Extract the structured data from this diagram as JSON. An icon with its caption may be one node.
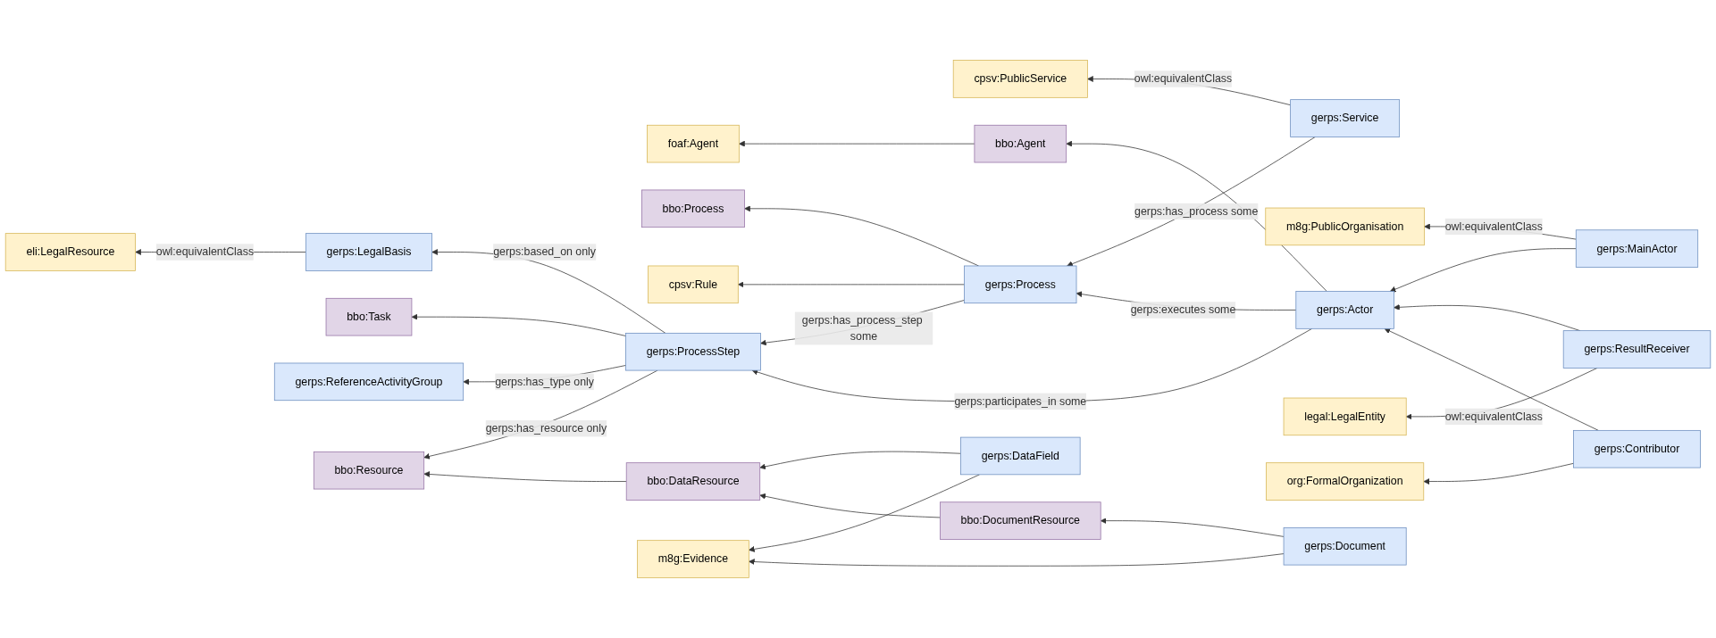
{
  "diagram": {
    "nodes": [
      {
        "text": [
          "foaf:Agent"
        ]
      },
      {
        "text": [
          "gerps:Service"
        ]
      },
      {
        "text": [
          "cpsv:PublicService"
        ]
      },
      {
        "text": [
          "bbo:Agent"
        ]
      },
      {
        "text": [
          "bbo:Process"
        ]
      },
      {
        "text": [
          "gerps:MainActor"
        ]
      },
      {
        "text": [
          "m8g:PublicOrganisation"
        ]
      },
      {
        "text": [
          "cpsv:Rule"
        ]
      },
      {
        "text": [
          "gerps:Process"
        ]
      },
      {
        "text": [
          "gerps:Actor"
        ]
      },
      {
        "text": [
          "gerps:ResultReceiver"
        ]
      },
      {
        "text": [
          "legal:LegalEntity"
        ]
      },
      {
        "text": [
          "eli:LegalResource"
        ]
      },
      {
        "text": [
          "gerps:LegalBasis"
        ]
      },
      {
        "text": [
          "gerps:Contributor"
        ]
      },
      {
        "text": [
          "org:FormalOrganization"
        ]
      },
      {
        "text": [
          "gerps:ProcessStep"
        ]
      },
      {
        "text": [
          "bbo:Task"
        ]
      },
      {
        "text": [
          "gerps:ReferenceActivityGroup"
        ]
      },
      {
        "text": [
          "bbo:Resource"
        ]
      },
      {
        "text": [
          "bbo:DataResource"
        ]
      },
      {
        "text": [
          "gerps:DataField"
        ]
      },
      {
        "text": [
          "m8g:Evidence"
        ]
      },
      {
        "text": [
          "bbo:DocumentResource"
        ]
      },
      {
        "text": [
          "gerps:Document"
        ]
      }
    ],
    "edges": [
      {
        "from": 1,
        "to": 2,
        "arrow": "to",
        "label": "owl:equivalentClass"
      },
      {
        "from": 1,
        "to": 8,
        "arrow": "to",
        "label": "gerps:has_process some"
      },
      {
        "from": 8,
        "to": 4,
        "arrow": "to"
      },
      {
        "from": 8,
        "to": 7,
        "arrow": "to"
      },
      {
        "from": 9,
        "to": 8,
        "arrow": "to",
        "label": "gerps:executes some"
      },
      {
        "from": 9,
        "to": 3,
        "arrow": "to"
      },
      {
        "from": 3,
        "to": 0,
        "arrow": "to"
      },
      {
        "from": 5,
        "to": 9,
        "arrow": "to"
      },
      {
        "from": 5,
        "to": 6,
        "arrow": "to",
        "label": "owl:equivalentClass"
      },
      {
        "from": 10,
        "to": 9,
        "arrow": "to"
      },
      {
        "from": 10,
        "to": 11,
        "arrow": "to",
        "label": "owl:equivalentClass"
      },
      {
        "from": 14,
        "to": 9,
        "arrow": "to"
      },
      {
        "from": 14,
        "to": 15,
        "arrow": "to"
      },
      {
        "from": 13,
        "to": 12,
        "arrow": "to",
        "label": "owl:equivalentClass"
      },
      {
        "from": 16,
        "to": 13,
        "arrow": "to",
        "label": "gerps:based_on only"
      },
      {
        "from": 8,
        "to": 16,
        "arrow": "to",
        "label": "gerps:has_process_step some"
      },
      {
        "from": 9,
        "to": 16,
        "arrow": "to",
        "label": "gerps:participates_in some"
      },
      {
        "from": 16,
        "to": 17,
        "arrow": "to"
      },
      {
        "from": 16,
        "to": 18,
        "arrow": "to",
        "label": "gerps:has_type only"
      },
      {
        "from": 16,
        "to": 19,
        "arrow": "to",
        "label": "gerps:has_resource only"
      },
      {
        "from": 20,
        "to": 19,
        "arrow": "to"
      },
      {
        "from": 21,
        "to": 20,
        "arrow": "to"
      },
      {
        "from": 21,
        "to": 22,
        "arrow": "to"
      },
      {
        "from": 23,
        "to": 20,
        "arrow": "to"
      },
      {
        "from": 24,
        "to": 23,
        "arrow": "to"
      },
      {
        "from": 24,
        "to": 22,
        "arrow": "to"
      }
    ]
  }
}
